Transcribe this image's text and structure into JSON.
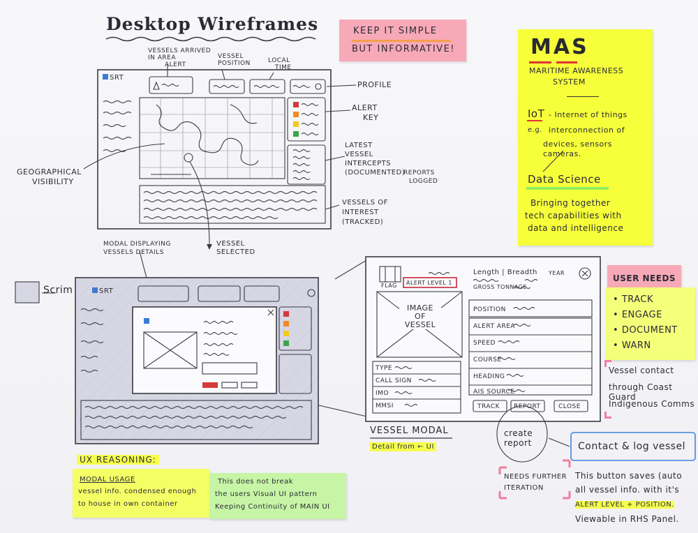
{
  "page_title": "Desktop Wireframes",
  "note_keep_simple": {
    "line1": "KEEP IT SIMPLE",
    "line2": "BUT INFORMATIVE!"
  },
  "mas_note": {
    "title": "MAS",
    "subtitle_line1": "MARITIME AWARENESS",
    "subtitle_line2": "SYSTEM",
    "iot_term": "IoT",
    "iot_def": "- Internet of things",
    "eg": "e.g.",
    "iot_example_line1": "interconnection of",
    "iot_example_line2": "devices, sensors cameras.",
    "ds_term": "Data Science",
    "ds_line1": "Bringing together",
    "ds_line2": "tech capabilities with",
    "ds_line3": "data and intelligence"
  },
  "user_needs": {
    "title": "USER NEEDS",
    "items": [
      "TRACK",
      "ENGAGE",
      "DOCUMENT",
      "WARN"
    ]
  },
  "pink_note": {
    "line1": "Vessel contact",
    "line2": "through Coast Guard",
    "line3": "Indigenous Comms"
  },
  "wireframe1": {
    "logo": "SRT",
    "annot_vessels_arrived_line1": "VESSELS ARRIVED",
    "annot_vessels_arrived_line2": "IN AREA",
    "annot_vessels_arrived_line3": "ALERT",
    "annot_vessel_position_line1": "VESSEL",
    "annot_vessel_position_line2": "POSITION",
    "annot_local_time_line1": "LOCAL",
    "annot_local_time_line2": "TIME",
    "annot_profile": "PROFILE",
    "annot_alert_key_line1": "ALERT",
    "annot_alert_key_line2": "KEY",
    "annot_latest_line1": "LATEST",
    "annot_latest_line2": "VESSEL",
    "annot_latest_line3": "INTERCEPTS",
    "annot_latest_line4": "(DOCUMENTED)",
    "annot_reports_line1": "REPORTS",
    "annot_reports_line2": "LOGGED",
    "annot_geo_line1": "GEOGRAPHICAL",
    "annot_geo_line2": "VISIBILITY",
    "annot_voi_line1": "VESSELS OF",
    "annot_voi_line2": "INTEREST",
    "annot_voi_line3": "(TRACKED)",
    "annot_modal_line1": "MODAL DISPLAYING",
    "annot_modal_line2": "VESSELS DETAILS",
    "annot_selected_line1": "VESSEL",
    "annot_selected_line2": "SELECTED"
  },
  "wireframe2": {
    "logo": "SRT",
    "scrim": "Scrim"
  },
  "vessel_modal": {
    "flag": "FLAG",
    "alert_level": "ALERT LEVEL 1",
    "length": "Length | Breadth",
    "year": "YEAR",
    "gross": "GROSS TONNAGE",
    "image_line1": "IMAGE",
    "image_line2": "OF VESSEL",
    "fields_right": [
      "POSITION",
      "ALERT AREA",
      "SPEED",
      "COURSE",
      "HEADING",
      "AIS SOURCE"
    ],
    "fields_left": [
      "TYPE",
      "CALL SIGN",
      "IMO",
      "MMSI"
    ],
    "btn_track": "TRACK",
    "btn_report": "REPORT",
    "btn_close": "CLOSE",
    "label": "VESSEL MODAL",
    "sub_label": "Detail from ← UI"
  },
  "create_report": {
    "line1": "create",
    "line2": "report"
  },
  "contact_log": "Contact & log vessel",
  "needs_iteration": {
    "line1": "NEEDS FURTHER",
    "line2": "ITERATION"
  },
  "button_note": {
    "line1": "This button saves (auto",
    "line2": "all vessel info. with it's",
    "line3": "ALERT LEVEL + POSITION.",
    "line4": "Viewable in RHS Panel."
  },
  "ux": {
    "heading": "UX REASONING:",
    "modal_usage_title": "MODAL USAGE",
    "modal_usage_line1": "vessel info. condensed enough",
    "modal_usage_line2": "to house in own container",
    "green_line1": "This does not break",
    "green_line2": "the users Visual UI pattern",
    "green_line3": "Keeping Continuity of MAIN UI"
  },
  "colors": {
    "mas_yellow": "#f6ff3a",
    "note_pink": "#f7a8b8",
    "note_green": "#c6f5a6",
    "note_yellow": "#f4ff7a",
    "alert_red": "#d43a3a",
    "alert_orange": "#f08a24",
    "alert_yellow": "#f2c91d",
    "alert_green": "#3aa64a",
    "highlight_orange": "#f7b36a"
  },
  "icons": [
    "alert-bell-icon",
    "profile-icon",
    "close-icon",
    "vessel-pin-icon",
    "flag-icon",
    "image-placeholder-icon"
  ]
}
